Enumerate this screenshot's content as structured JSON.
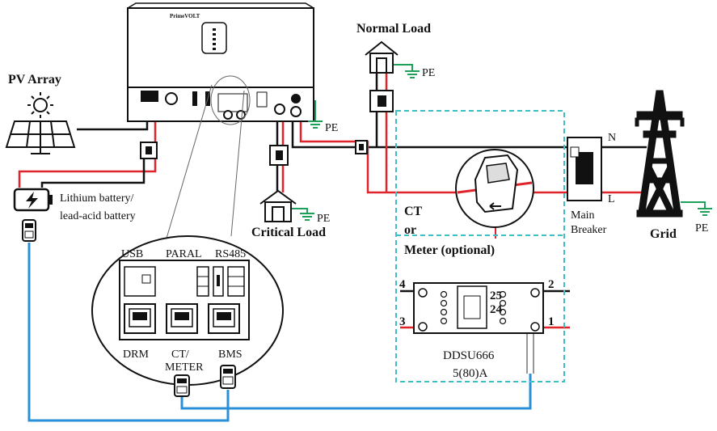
{
  "labels": {
    "pv_array": "PV Array",
    "brand": "PrimeVOLT",
    "normal_load": "Normal Load",
    "critical_load": "Critical Load",
    "battery_line1": "Lithium battery/",
    "battery_line2": "lead-acid battery",
    "ct": "CT",
    "or": "or",
    "meter_optional": "Meter (optional)",
    "grid": "Grid",
    "main_breaker_line1": "Main",
    "main_breaker_line2": "Breaker",
    "neutral": "N",
    "live": "L",
    "pe": "PE"
  },
  "ports": {
    "usb": "USB",
    "paral": "PARAL",
    "rs485": "RS485",
    "drm": "DRM",
    "ct_meter_line1": "CT/",
    "ct_meter_line2": "METER",
    "bms": "BMS"
  },
  "meter": {
    "model": "DDSU666",
    "rating": "5(80)A",
    "terminal_4": "4",
    "terminal_3": "3",
    "terminal_2": "2",
    "terminal_1": "1",
    "terminal_25": "25",
    "terminal_24": "24"
  },
  "colors": {
    "live_wire": "#e0242b",
    "neutral_wire": "#111111",
    "pe_wire": "#1fa05a",
    "comm_cable": "#2a8fd6",
    "dashed_box": "#3cc0c8"
  }
}
